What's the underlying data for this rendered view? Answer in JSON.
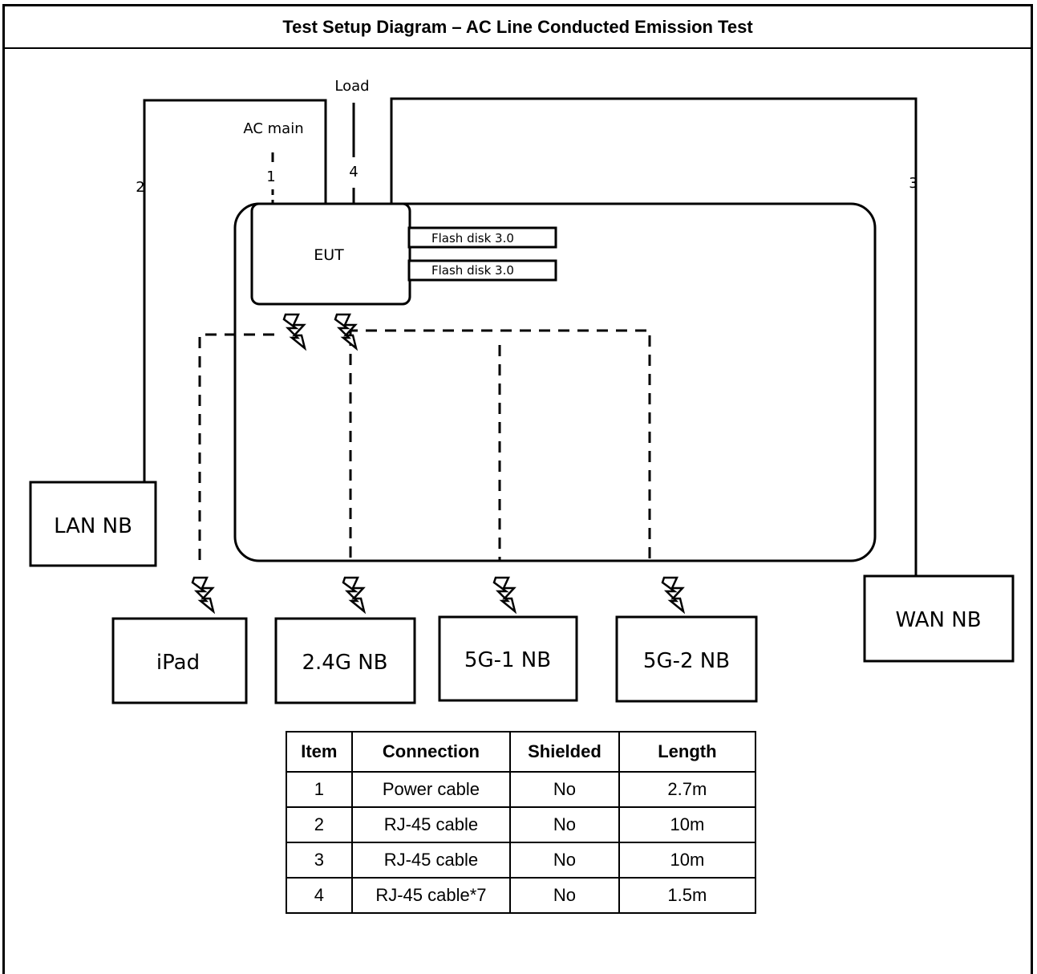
{
  "title": "Test Setup Diagram – AC Line Conducted Emission Test",
  "labels": {
    "load": "Load",
    "ac_main": "AC main",
    "cable_1": "1",
    "cable_2": "2",
    "cable_3": "3",
    "cable_4": "4",
    "eut": "EUT",
    "flashdisk_1": "Flash disk 3.0",
    "flashdisk_2": "Flash disk 3.0"
  },
  "devices": {
    "lan_nb": "LAN NB",
    "wan_nb": "WAN NB",
    "ipad": "iPad",
    "nb_24g": "2.4G NB",
    "nb_5g1": "5G-1 NB",
    "nb_5g2": "5G-2 NB"
  },
  "table": {
    "headers": [
      "Item",
      "Connection",
      "Shielded",
      "Length"
    ],
    "rows": [
      [
        "1",
        "Power cable",
        "No",
        "2.7m"
      ],
      [
        "2",
        "RJ-45 cable",
        "No",
        "10m"
      ],
      [
        "3",
        "RJ-45 cable",
        "No",
        "10m"
      ],
      [
        "4",
        "RJ-45 cable*7",
        "No",
        "1.5m"
      ]
    ]
  }
}
